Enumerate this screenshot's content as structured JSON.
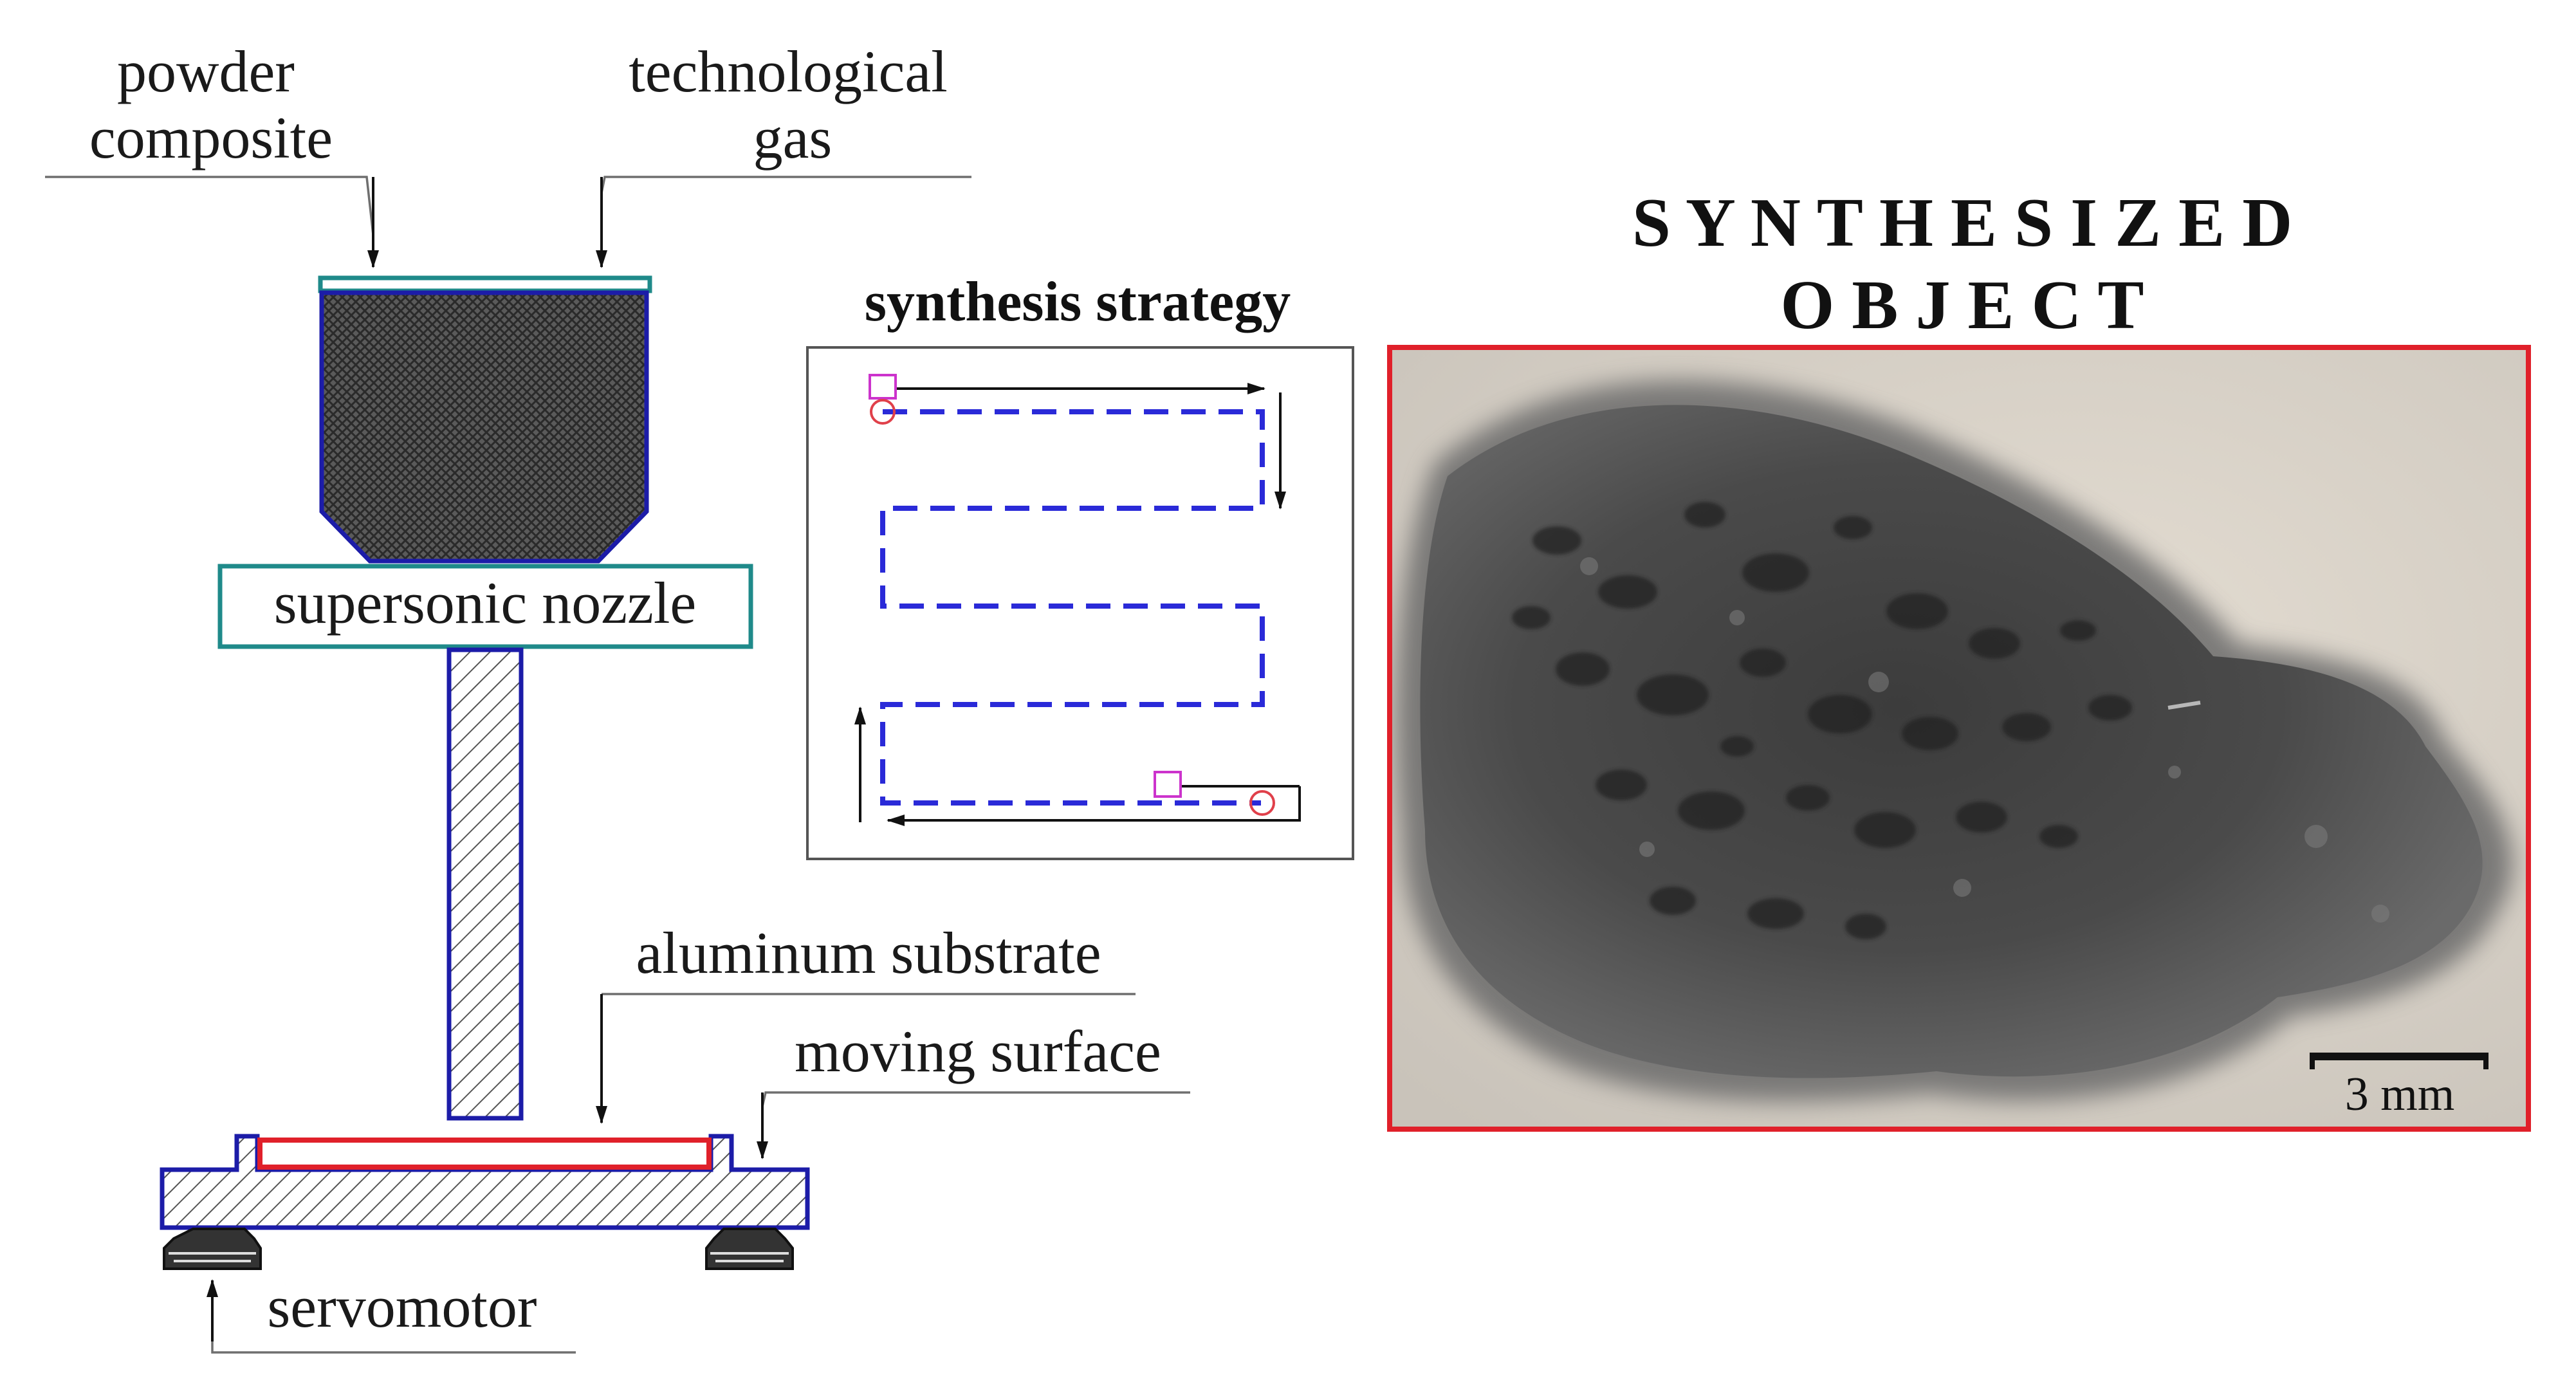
{
  "labels": {
    "powder_composite_line1": "powder",
    "powder_composite_line2": "composite",
    "technological_gas_line1": "technological",
    "technological_gas_line2": "gas",
    "supersonic_nozzle": "supersonic nozzle",
    "aluminum_substrate": "aluminum substrate",
    "moving_surface": "moving surface",
    "servomotor": "servomotor"
  },
  "strategy": {
    "title": "synthesis strategy"
  },
  "photo": {
    "title_line1": "S Y N T H E S I Z E D",
    "title_line2": "O B J E C T",
    "scale_bar_label": "3 mm"
  },
  "colors": {
    "outline_blue": "#1c1ca8",
    "nozzle_border_teal": "#1f8a8a",
    "path_blue": "#2a2ad8",
    "substrate_red": "#e0202a",
    "photo_frame_red": "#e0202a",
    "marker_magenta": "#cc33cc"
  }
}
